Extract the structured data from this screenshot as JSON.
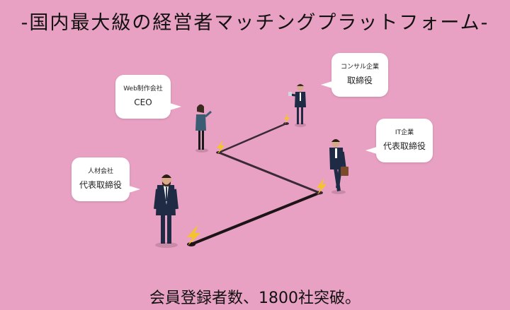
{
  "headline": "-国内最大級の経営者マッチングプラットフォーム-",
  "caption": "会員登録者数、1800社突破。",
  "colors": {
    "background": "#e9a1c3",
    "suit": "#1f2b45",
    "bolt": "#f4c430",
    "line": "#3a2a35"
  },
  "bubbles": [
    {
      "id": "web",
      "role": "Web制作会社",
      "title": "CEO"
    },
    {
      "id": "consul",
      "role": "コンサル企業",
      "title": "取締役"
    },
    {
      "id": "it",
      "role": "IT企業",
      "title": "代表取締役"
    },
    {
      "id": "jinzai",
      "role": "人材会社",
      "title": "代表取締役"
    }
  ]
}
